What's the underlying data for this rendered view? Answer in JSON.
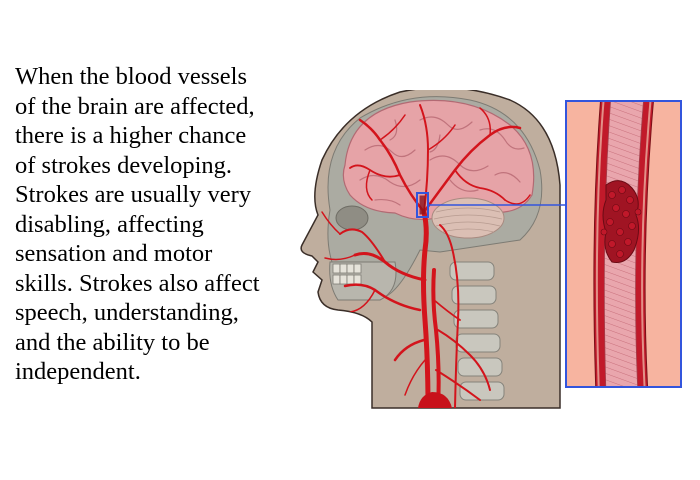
{
  "caption": {
    "lines": [
      "When the blood vessels",
      "of the brain are affected,",
      "there is a higher chance",
      "of strokes developing.",
      "Strokes are usually very",
      "disabling, affecting",
      "sensation and motor",
      "skills. Strokes also affect",
      "speech, understanding,",
      "and the ability to be",
      "independent."
    ]
  },
  "colors": {
    "skin": "#c2b0a0",
    "skin_dark": "#9e8c7c",
    "skull": "#a8a69c",
    "brain": "#e8a4a8",
    "brain_fold": "#c97b82",
    "cerebellum": "#dcc2b8",
    "artery": "#d3141c",
    "inset_border": "#3355dd",
    "inset_bg": "#f7b4a0",
    "vessel_wall": "#c11a2a",
    "vessel_inner": "#e8a0a8",
    "clot": "#8c0f1c"
  },
  "illustration": {
    "subject": "head-anatomy-illustration",
    "inset": "blocked-artery-inset"
  }
}
